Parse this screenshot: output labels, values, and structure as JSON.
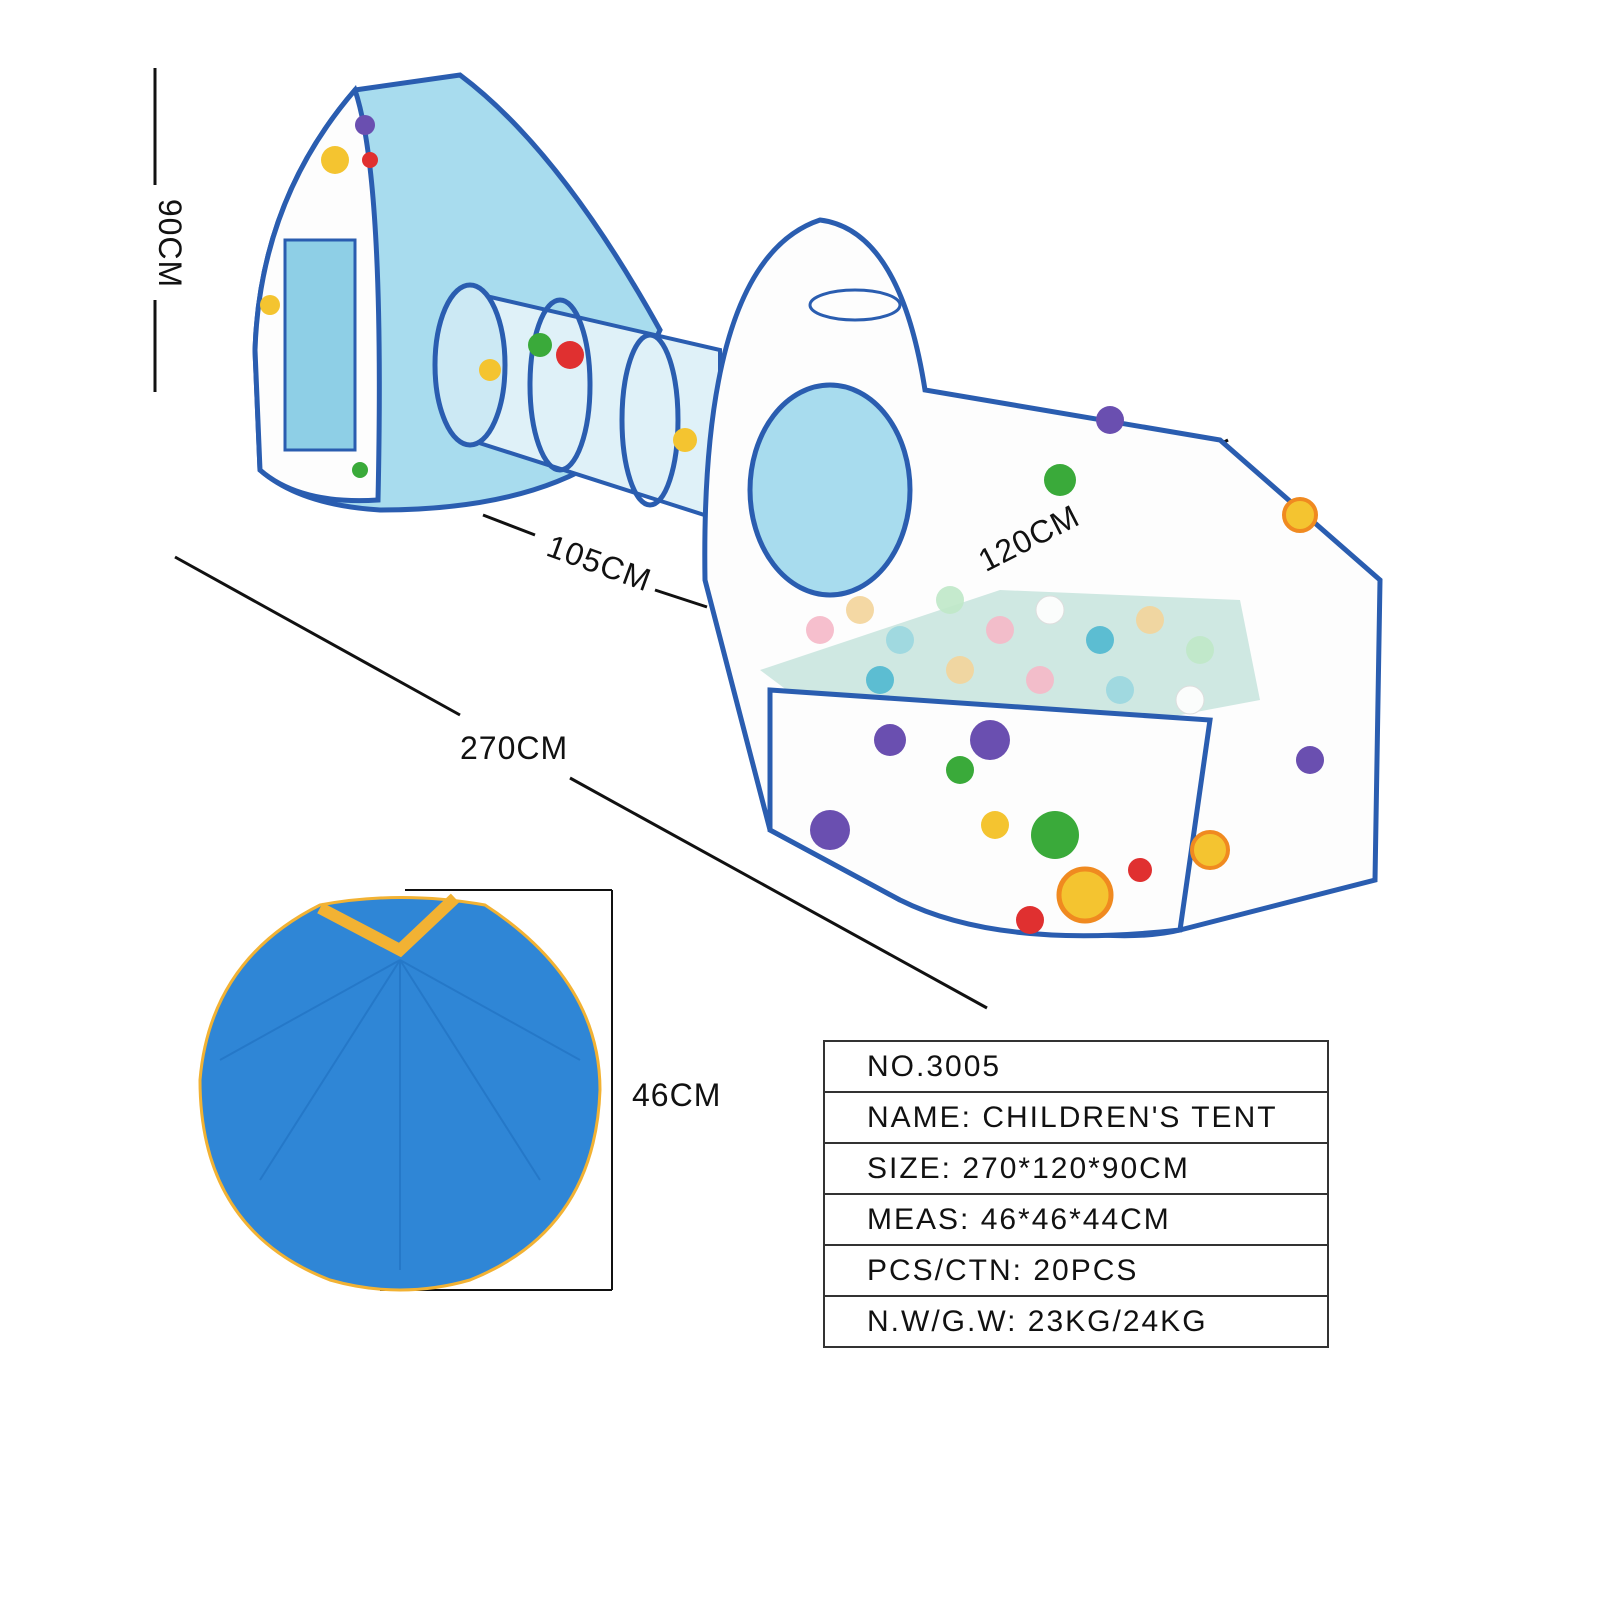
{
  "dimensions": {
    "height": "90CM",
    "length": "270CM",
    "tunnel": "105CM",
    "pool": "120CM",
    "bag": "46CM"
  },
  "spec_table": [
    {
      "text": "NO.3005"
    },
    {
      "text": "NAME: CHILDREN'S TENT"
    },
    {
      "text": "SIZE: 270*120*90CM"
    },
    {
      "text": "MEAS: 46*46*44CM"
    },
    {
      "text": "PCS/CTN: 20PCS"
    },
    {
      "text": "N.W/G.W: 23KG/24KG"
    }
  ],
  "colors": {
    "tent_blue": "#a8dcee",
    "trim": "#2a5db0",
    "bag": "#2f86d6",
    "bag_trim": "#f2b233"
  }
}
